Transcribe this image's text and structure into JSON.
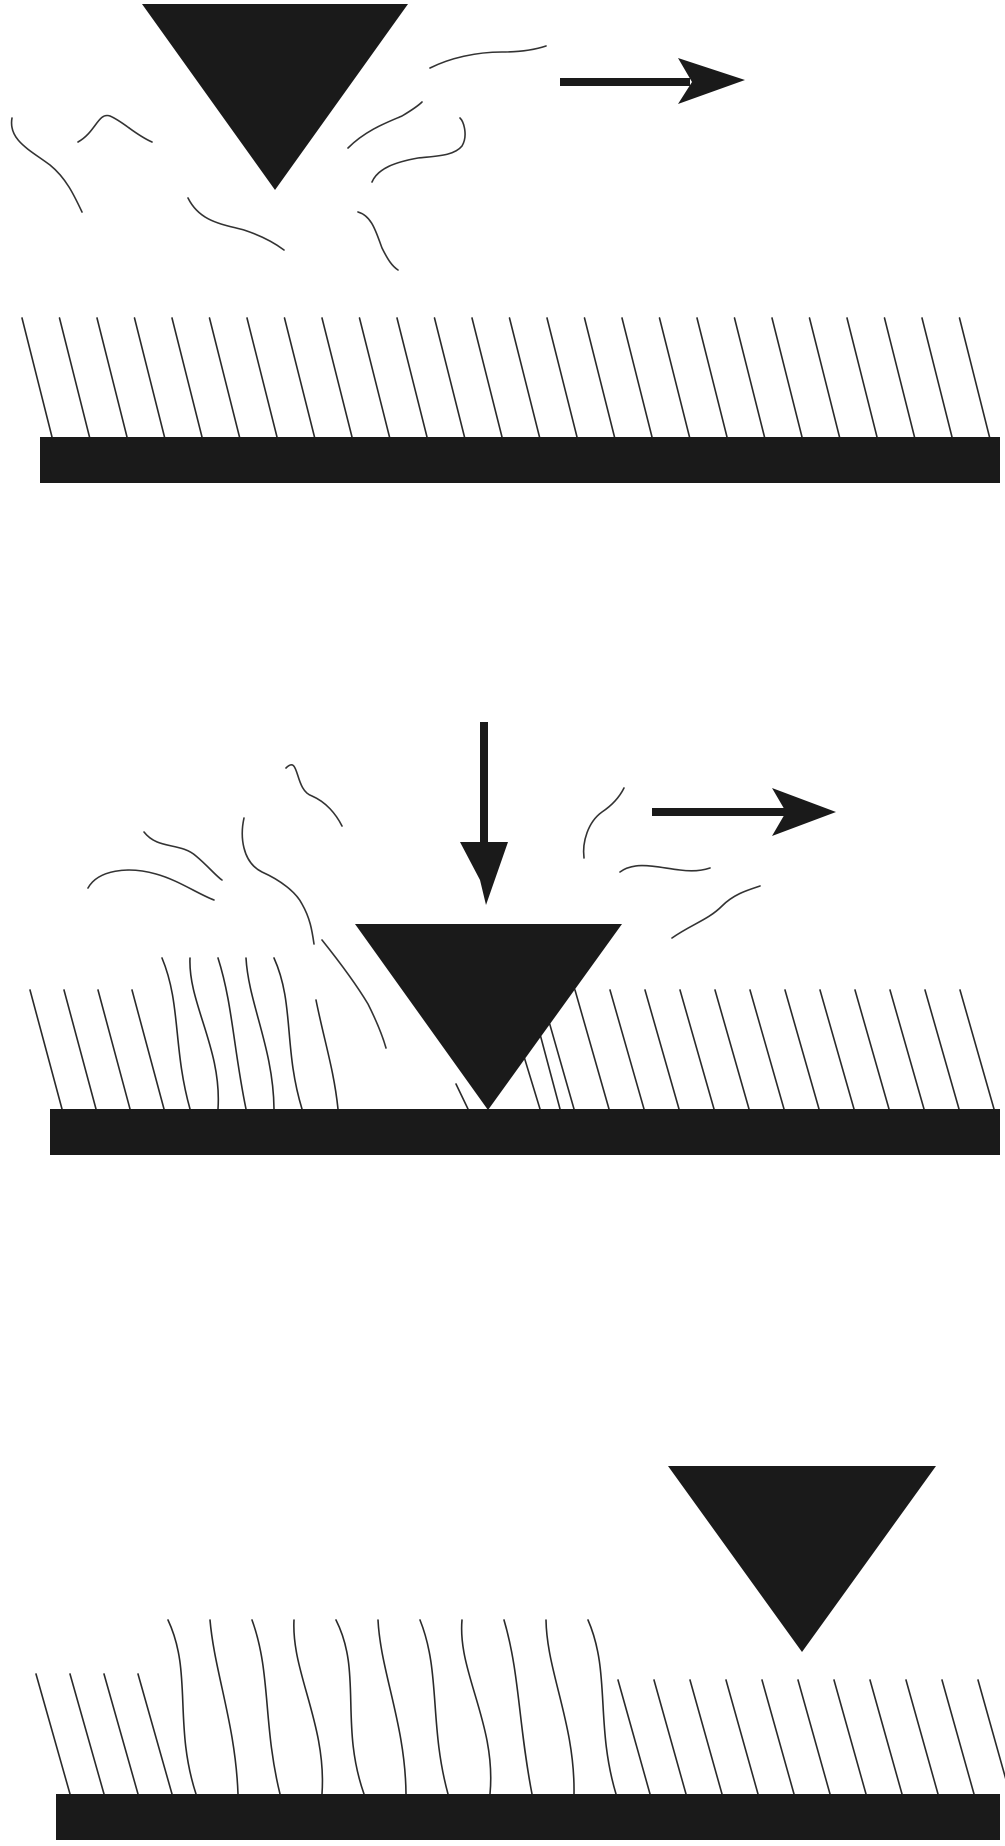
{
  "figure": {
    "description_elements": [
      "afm-tip",
      "brush-chains",
      "substrate",
      "scan-direction-arrow",
      "loading-arrow",
      "debris-fragments"
    ],
    "panels": [
      {
        "id": "panel-1",
        "tip_state": "above-surface",
        "arrows": [
          "scan-direction"
        ],
        "brush_state": "intact"
      },
      {
        "id": "panel-2",
        "tip_state": "indenting-surface",
        "arrows": [
          "loading",
          "scan-direction"
        ],
        "brush_state": "partially-disturbed"
      },
      {
        "id": "panel-3",
        "tip_state": "above-surface",
        "arrows": [],
        "brush_state": "disturbed-region-left"
      }
    ]
  },
  "colors": {
    "ink": "#1a1a1a",
    "chain": "#2a2a2a",
    "background": "#ffffff"
  }
}
